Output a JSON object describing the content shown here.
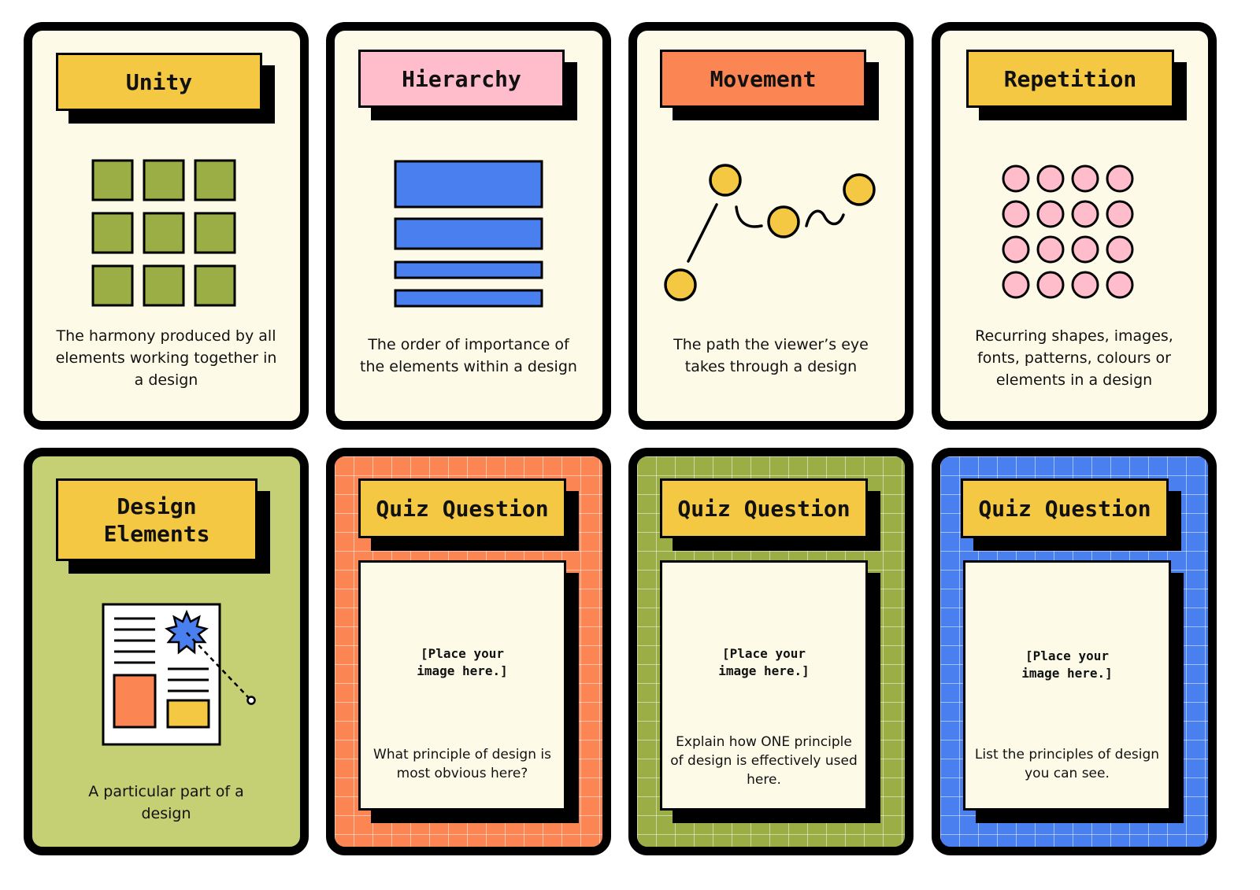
{
  "cards": {
    "unity": {
      "title": "Unity",
      "description": "The harmony produced by all elements working together in a design",
      "color": "#f4c842"
    },
    "hierarchy": {
      "title": "Hierarchy",
      "description": "The order of importance of the elements within a design",
      "color": "#ffbccb"
    },
    "movement": {
      "title": "Movement",
      "description": "The path the viewer’s eye takes through a design",
      "color": "#fb8653"
    },
    "repetition": {
      "title": "Repetition",
      "description": "Recurring shapes, images, fonts, patterns, colours or elements in a design",
      "color": "#f4c842"
    },
    "design_elements": {
      "title": "Design Elements",
      "description": "A particular part of a design",
      "background": "#c5cf73"
    },
    "quiz": [
      {
        "title": "Quiz Question",
        "placeholder": "[Place your\nimage here.]",
        "prompt": "What principle of design is most obvious here?",
        "background": "#fb8653"
      },
      {
        "title": "Quiz Question",
        "placeholder": "[Place your\nimage here.]",
        "prompt": "Explain how ONE principle of design is effectively used here.",
        "background": "#9bad45"
      },
      {
        "title": "Quiz Question",
        "placeholder": "[Place your\nimage here.]",
        "prompt": "List the principles of design you can see.",
        "background": "#4a7ff0"
      }
    ]
  },
  "icons": {
    "unity": "green-squares-grid-icon",
    "hierarchy": "blue-bars-icon",
    "movement": "eye-path-dots-icon",
    "repetition": "pink-circles-grid-icon",
    "design_elements": "document-layout-icon"
  },
  "colors": {
    "green": "#9bad45",
    "blue": "#4a7ff0",
    "pink": "#ffbccb",
    "yellow": "#f4c842",
    "orange": "#fb8653",
    "cream": "#fdfbe8"
  }
}
